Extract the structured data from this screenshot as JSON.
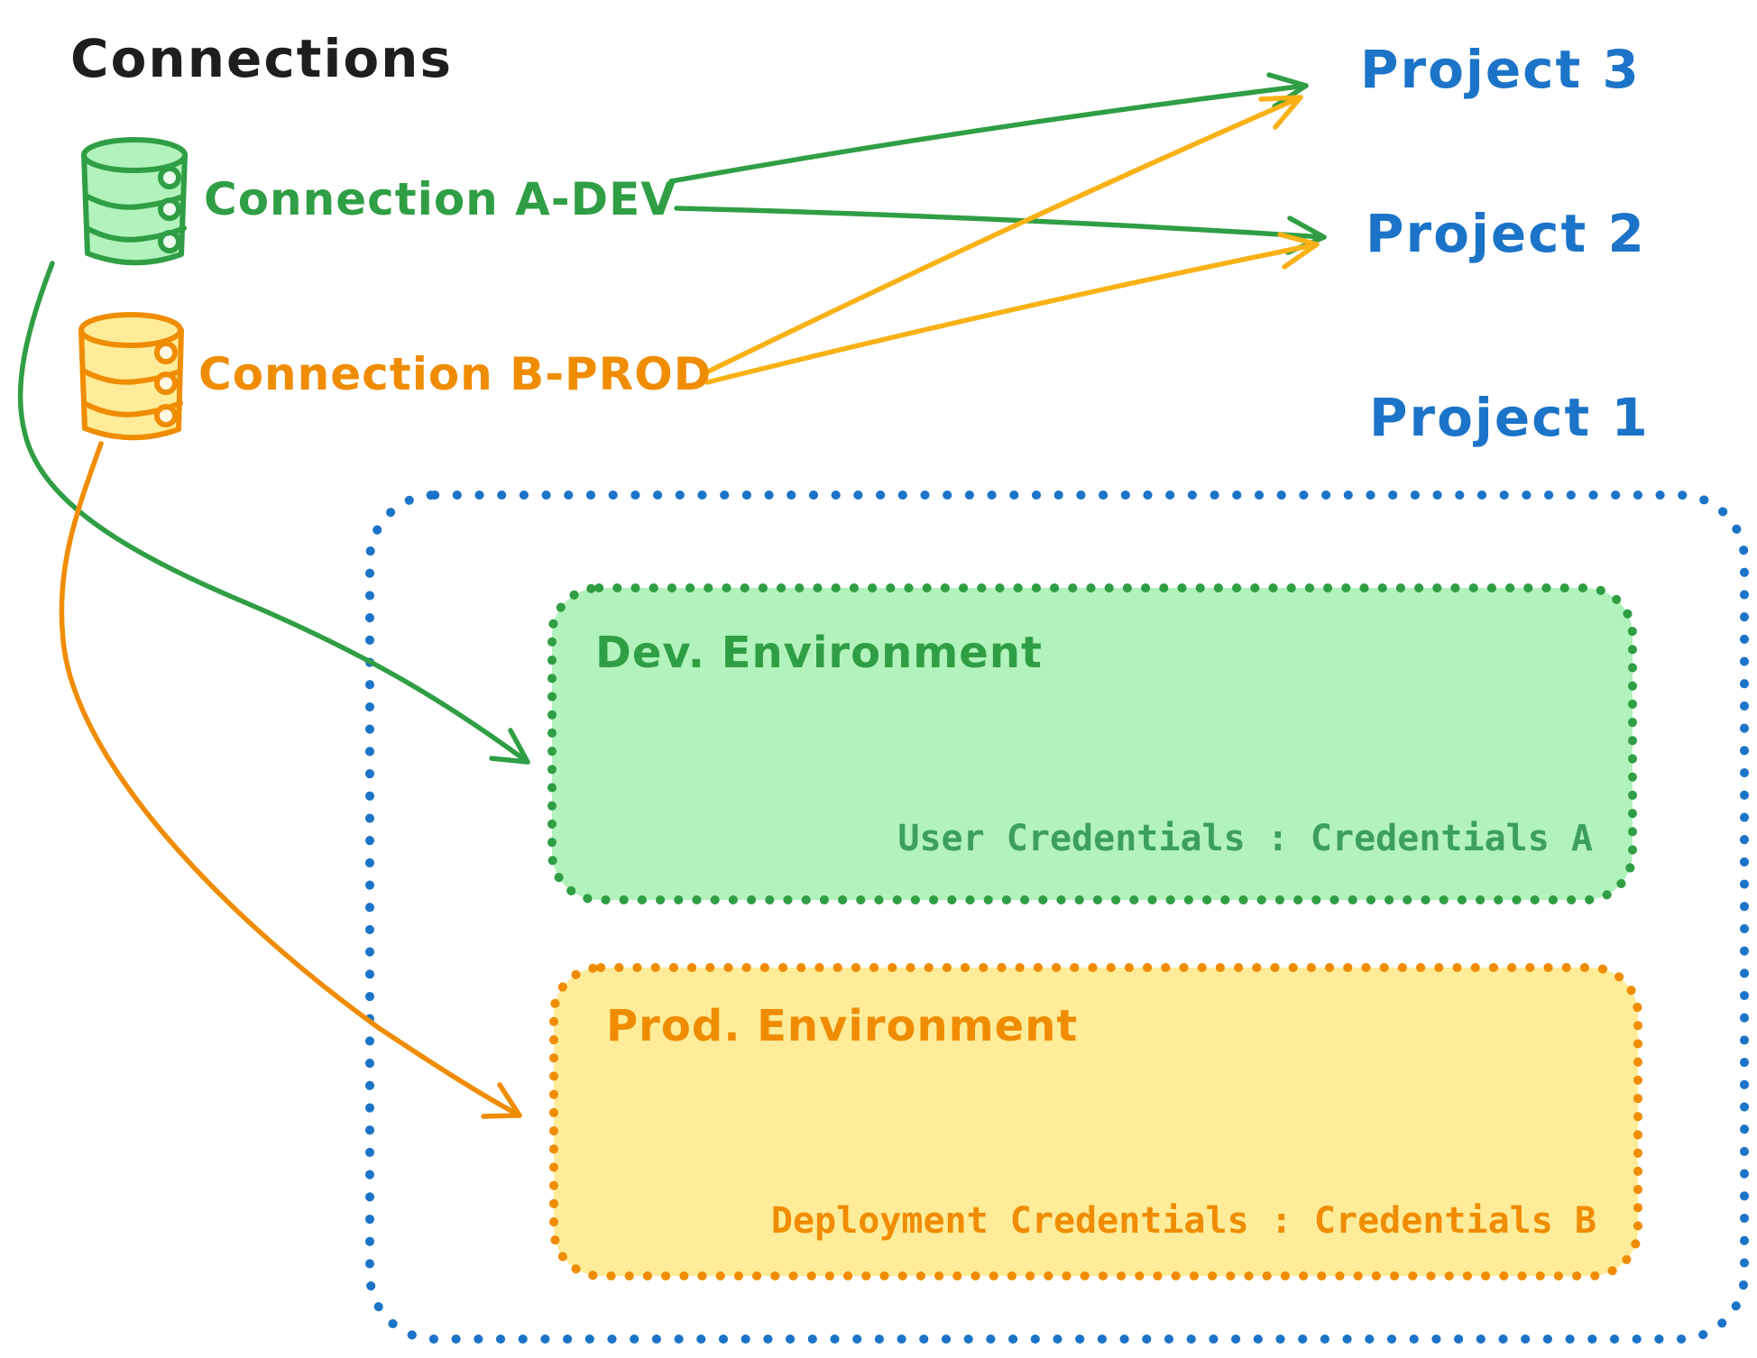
{
  "diagram": {
    "title": "Connections",
    "connections": [
      {
        "id": "a-dev",
        "label": "Connection A-DEV",
        "icon": "database-cylinder-icon",
        "color": "#2f9e44"
      },
      {
        "id": "b-prod",
        "label": "Connection B-PROD",
        "icon": "database-cylinder-icon",
        "color": "#f08c00"
      }
    ],
    "projects": [
      {
        "label": "Project 3"
      },
      {
        "label": "Project 2"
      },
      {
        "label": "Project 1"
      }
    ],
    "project1_environments": [
      {
        "title": "Dev. Environment",
        "credentials_label": "User Credentials : Credentials A",
        "stroke": "#2f9e44",
        "fill": "#b2f2bb"
      },
      {
        "title": "Prod. Environment",
        "credentials_label": "Deployment Credentials : Credentials B",
        "stroke": "#f08c00",
        "fill": "#ffec99"
      }
    ],
    "edges": [
      {
        "from": "Connection A-DEV",
        "to": "Project 3",
        "color": "#2f9e44"
      },
      {
        "from": "Connection A-DEV",
        "to": "Project 2",
        "color": "#2f9e44"
      },
      {
        "from": "Connection B-PROD",
        "to": "Project 3",
        "color": "#f9b115"
      },
      {
        "from": "Connection B-PROD",
        "to": "Project 2",
        "color": "#f9b115"
      },
      {
        "from": "Connection A-DEV",
        "to": "Dev. Environment",
        "color": "#2f9e44"
      },
      {
        "from": "Connection B-PROD",
        "to": "Prod. Environment",
        "color": "#f08c00"
      }
    ],
    "colors": {
      "ink": "#1e1e1e",
      "blue": "#1c74c8",
      "green_stroke": "#2f9e44",
      "green_fill": "#b2f2bb",
      "orange_stroke": "#f08c00",
      "orange_fill": "#ffec99",
      "amber_arrow": "#f9b115"
    }
  }
}
